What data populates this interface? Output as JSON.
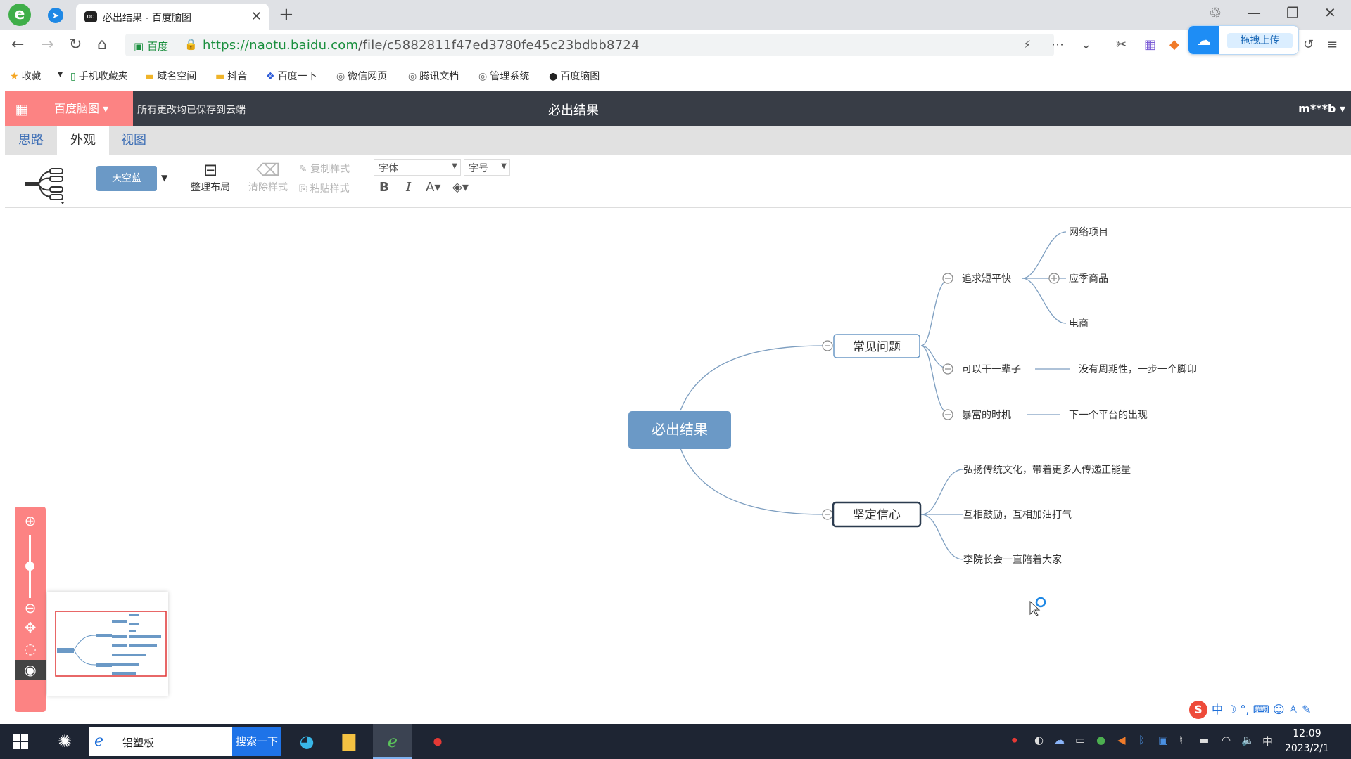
{
  "browser": {
    "tab_title": "必出结果 - 百度脑图",
    "tab_close": "✕",
    "new_tab": "+",
    "address": {
      "cert_label": "百度",
      "url_host": "https://naotu.baidu.com",
      "url_path": "/file/c5882811f47ed3780fe45c23bdbb8724"
    },
    "upload_label": "拖拽上传"
  },
  "bookmarks": [
    {
      "icon": "star-icon",
      "label": "收藏"
    },
    {
      "icon": "phone-icon",
      "label": "手机收藏夹"
    },
    {
      "icon": "folder-icon",
      "label": "域名空间"
    },
    {
      "icon": "folder-icon",
      "label": "抖音"
    },
    {
      "icon": "baidu-icon",
      "label": "百度一下"
    },
    {
      "icon": "globe-icon",
      "label": "微信网页"
    },
    {
      "icon": "globe-icon",
      "label": "腾讯文档"
    },
    {
      "icon": "globe-icon",
      "label": "管理系统"
    },
    {
      "icon": "naotu-icon",
      "label": "百度脑图"
    }
  ],
  "app": {
    "brand": "百度脑图",
    "save_status": "所有更改均已保存到云端",
    "file_title": "必出结果",
    "user": "m***b",
    "tabs": [
      {
        "label": "思路",
        "active": false
      },
      {
        "label": "外观",
        "active": true
      },
      {
        "label": "视图",
        "active": false
      }
    ]
  },
  "toolbar": {
    "theme": "天空蓝",
    "arrange": "整理布局",
    "clear_style": "清除样式",
    "copy_style": "复制样式",
    "paste_style": "粘贴样式",
    "font_family": "字体",
    "font_size": "字号",
    "bold": "B",
    "italic": "I",
    "font_color": "A",
    "accent_color": "#6b99c6"
  },
  "mindmap": {
    "root": "必出结果",
    "branches": [
      {
        "label": "常见问题",
        "children": [
          {
            "label": "追求短平快",
            "children": [
              "网络项目",
              "应季商品",
              "电商"
            ]
          },
          {
            "label": "可以干一辈子",
            "children": [
              "没有周期性，一步一个脚印"
            ]
          },
          {
            "label": "暴富的时机",
            "children": [
              "下一个平台的出现"
            ]
          }
        ]
      },
      {
        "label": "坚定信心",
        "children": [
          {
            "label": "弘扬传统文化，带着更多人传递正能量"
          },
          {
            "label": "互相鼓励，互相加油打气"
          },
          {
            "label": "李院长会一直陪着大家"
          }
        ]
      }
    ]
  },
  "ime": {
    "label": "中"
  },
  "taskbar": {
    "search_value": "铝塑板",
    "search_button": "搜索一下",
    "lang": "中",
    "time": "12:09",
    "date": "2023/2/1"
  }
}
